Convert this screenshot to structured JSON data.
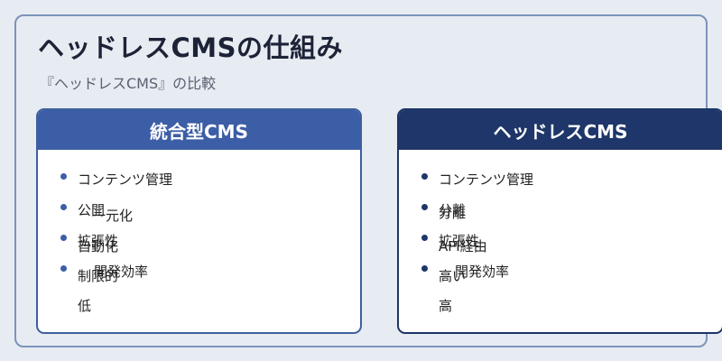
{
  "title": "ヘッドレスCMSの仕組み",
  "subtitle": "『ヘッドレスCMS』の比較",
  "cards": [
    {
      "heading": "統合型CMS",
      "items": [
        {
          "text": "コンテンツ管理",
          "overlap": ""
        },
        {
          "text": "公開",
          "overlap": "一元化"
        },
        {
          "text": "拡張性",
          "overlap": "自動化"
        },
        {
          "text": "開発効率",
          "overlap": "制限的"
        }
      ],
      "extra": "低"
    },
    {
      "heading": "ヘッドレスCMS",
      "items": [
        {
          "text": "コンテンツ管理",
          "overlap": ""
        },
        {
          "text": "分離",
          "overlap": "分離"
        },
        {
          "text": "拡張性",
          "overlap": "API経由"
        },
        {
          "text": "開発効率",
          "overlap": "高い"
        }
      ],
      "extra": "高"
    }
  ]
}
